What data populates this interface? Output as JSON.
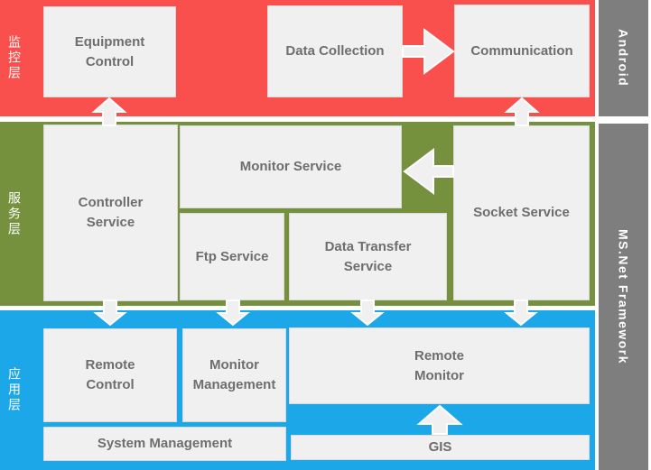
{
  "layers": {
    "monitoring": {
      "label": "监控层",
      "boxes": {
        "equipment_control": "Equipment\nControl",
        "data_collection": "Data Collection",
        "communication": "Communication"
      }
    },
    "service": {
      "label": "服务层",
      "boxes": {
        "controller_service": "Controller\nService",
        "monitor_service": "Monitor Service",
        "ftp_service": "Ftp Service",
        "data_transfer_service": "Data Transfer\nService",
        "socket_service": "Socket Service"
      }
    },
    "application": {
      "label": "应用层",
      "boxes": {
        "remote_control": "Remote\nControl",
        "monitor_management": "Monitor\nManagement",
        "remote_monitor": "Remote\nMonitor",
        "system_management": "System Management",
        "gis": "GIS"
      }
    }
  },
  "platform_labels": {
    "android": "Android",
    "msnet_framework": "MS.Net Framework"
  },
  "colors": {
    "monitoring_layer": "#F9504E",
    "service_layer": "#75913E",
    "application_layer": "#1BA7E8",
    "platform_strip": "#7E7E7E",
    "box_fill": "#F0F0F0",
    "box_text": "#6E6E6E"
  },
  "arrows": [
    {
      "from": "controller_service",
      "to": "equipment_control",
      "direction": "up"
    },
    {
      "from": "data_collection",
      "to": "communication",
      "direction": "right"
    },
    {
      "from": "socket_service",
      "to": "communication",
      "direction": "up"
    },
    {
      "from": "socket_service",
      "to": "monitor_service",
      "direction": "left"
    },
    {
      "from": "controller_service",
      "to": "remote_control",
      "direction": "down"
    },
    {
      "from": "ftp_service",
      "to": "monitor_management",
      "direction": "down"
    },
    {
      "from": "data_transfer_service",
      "to": "remote_monitor",
      "direction": "down"
    },
    {
      "from": "socket_service",
      "to": "remote_monitor",
      "direction": "down"
    },
    {
      "from": "gis",
      "to": "remote_monitor",
      "direction": "up"
    }
  ]
}
